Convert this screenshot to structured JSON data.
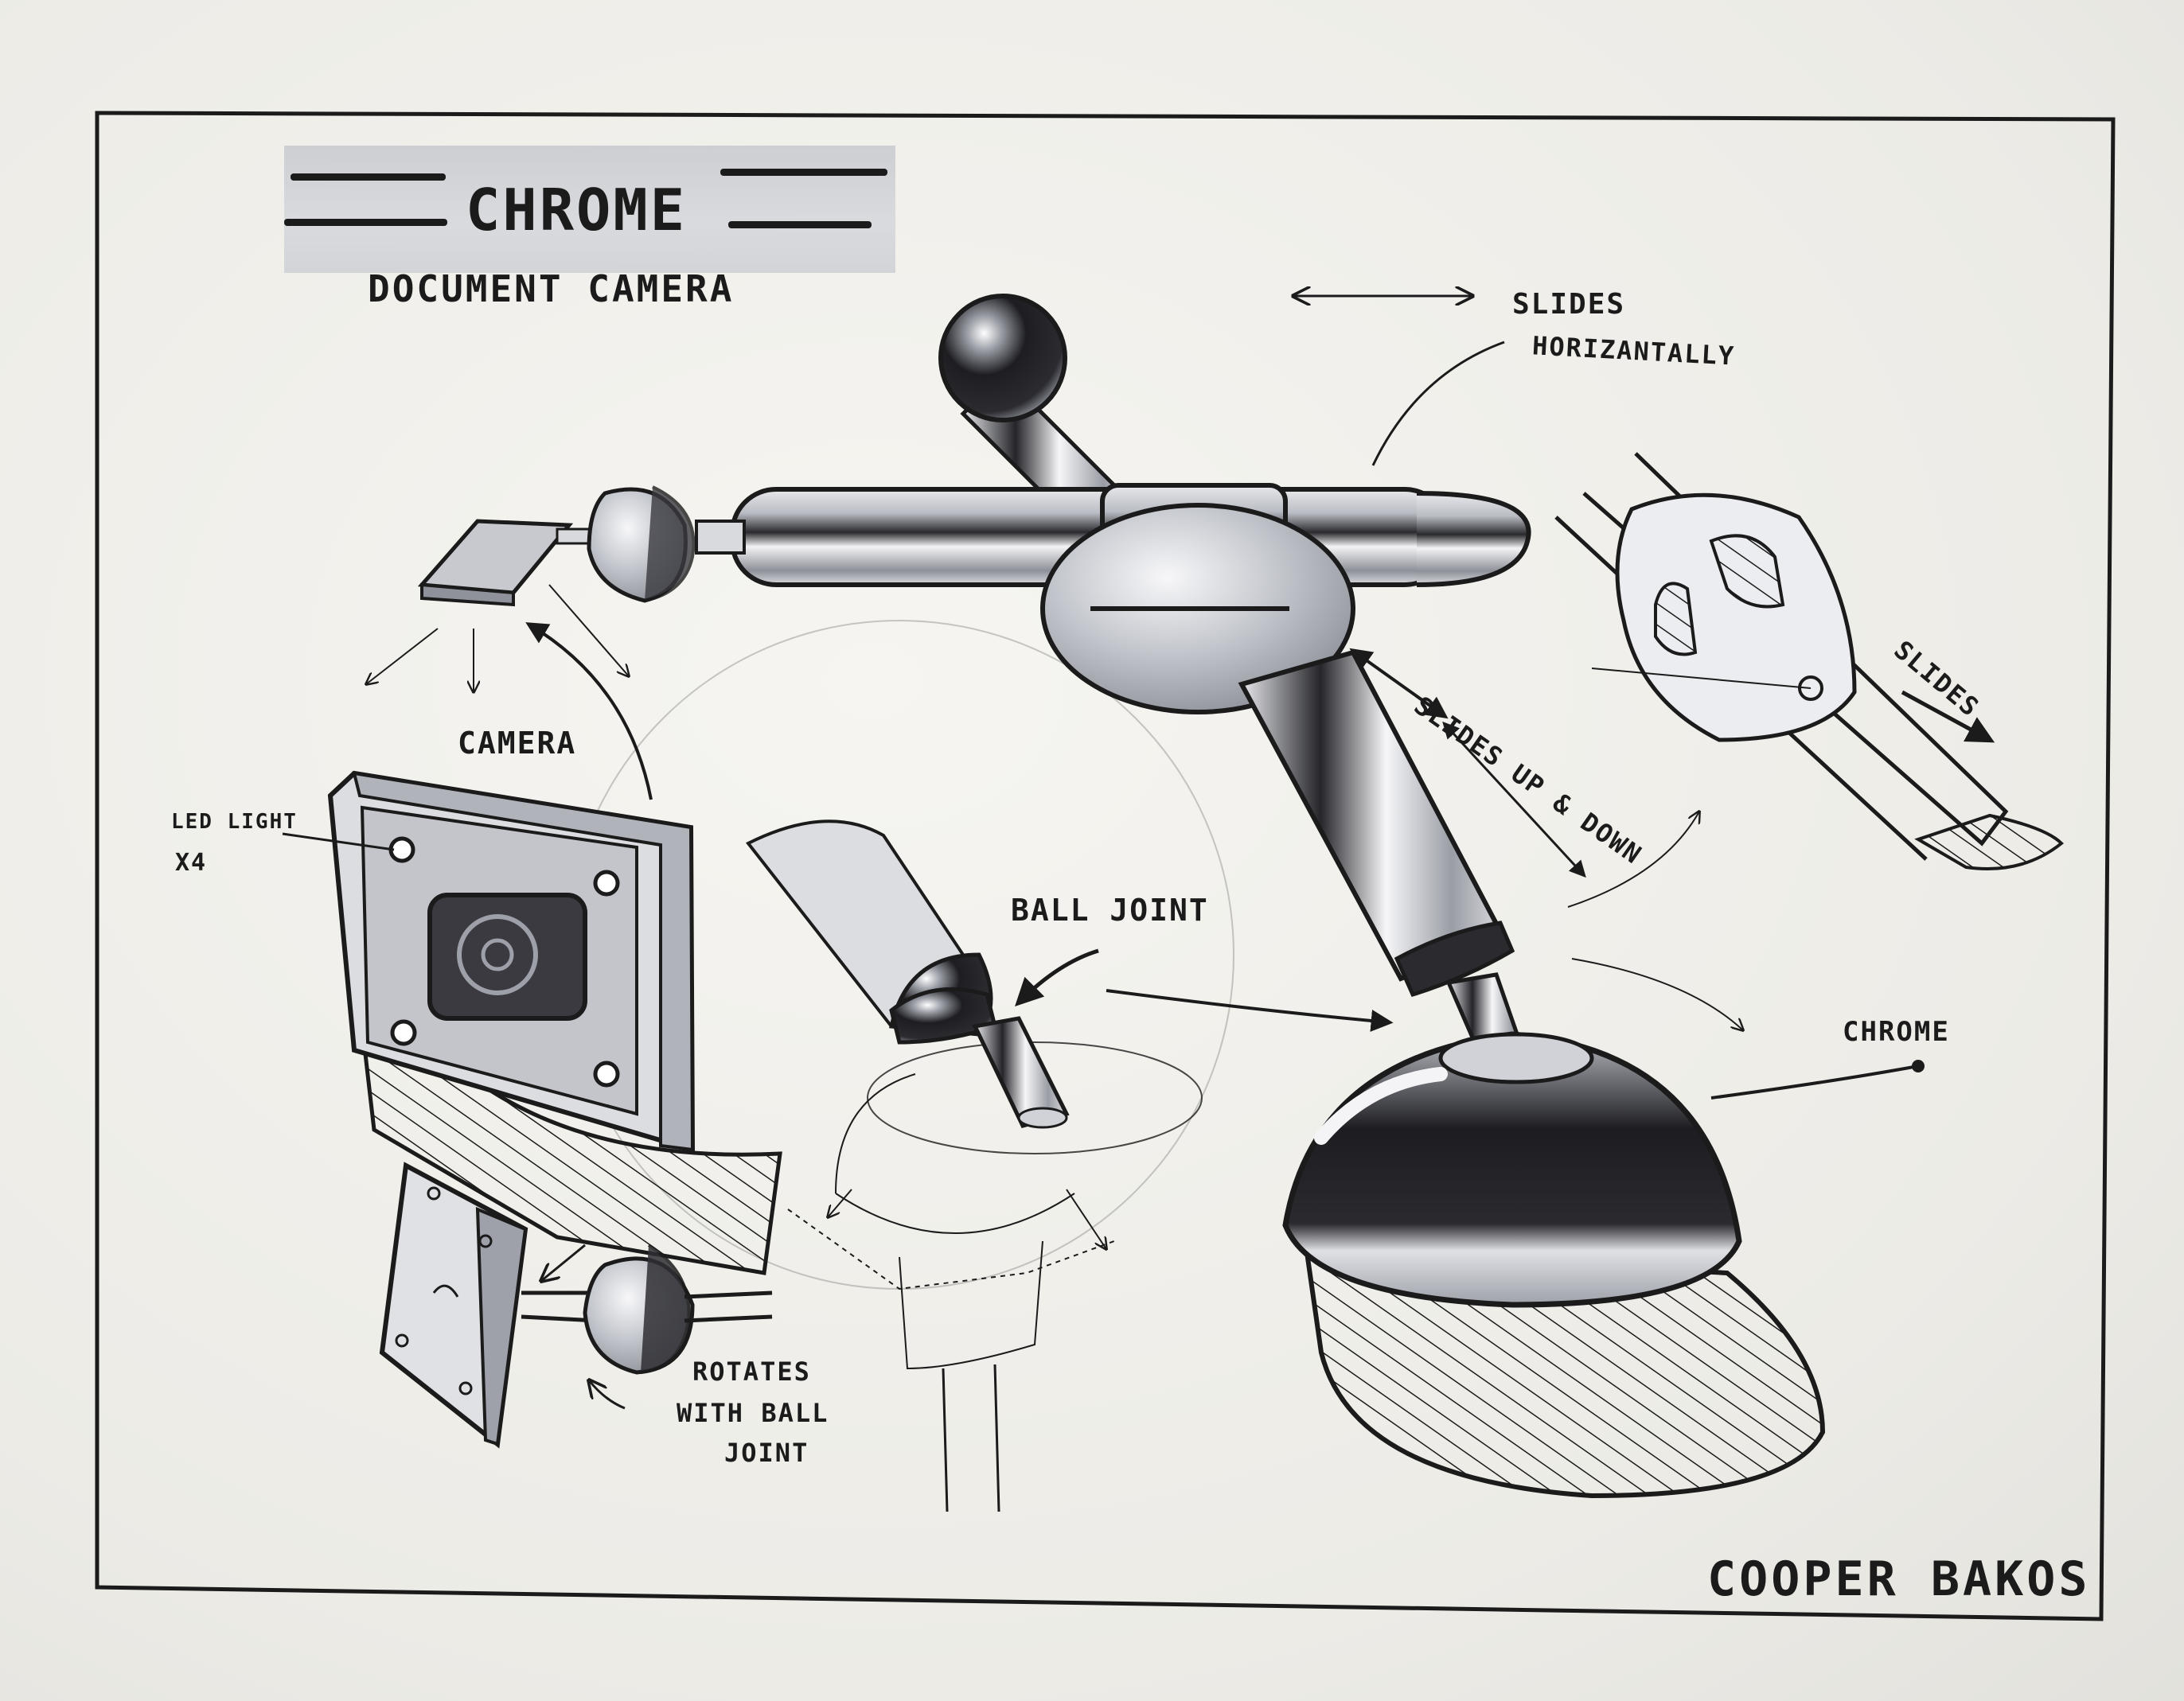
{
  "sheet": {
    "title": "CHROME",
    "subtitle": "DOCUMENT CAMERA",
    "signature": "COOPER BAKOS"
  },
  "annotations": {
    "slides_horizontally_1": "SLIDES",
    "slides_horizontally_2": "HORIZANTALLY",
    "slides_up_down": "SLIDES UP & DOWN",
    "slides": "SLIDES",
    "camera": "CAMERA",
    "led_light_1": "LED LIGHT",
    "led_light_2": "X4",
    "ball_joint": "BALL JOINT",
    "chrome": "CHROME",
    "rotates_1": "ROTATES",
    "rotates_2": "WITH BALL",
    "rotates_3": "JOINT"
  },
  "colors": {
    "ink": "#1b1b1b",
    "marker_gray": "#c9cbd0",
    "paper": "#f1f0ec"
  }
}
